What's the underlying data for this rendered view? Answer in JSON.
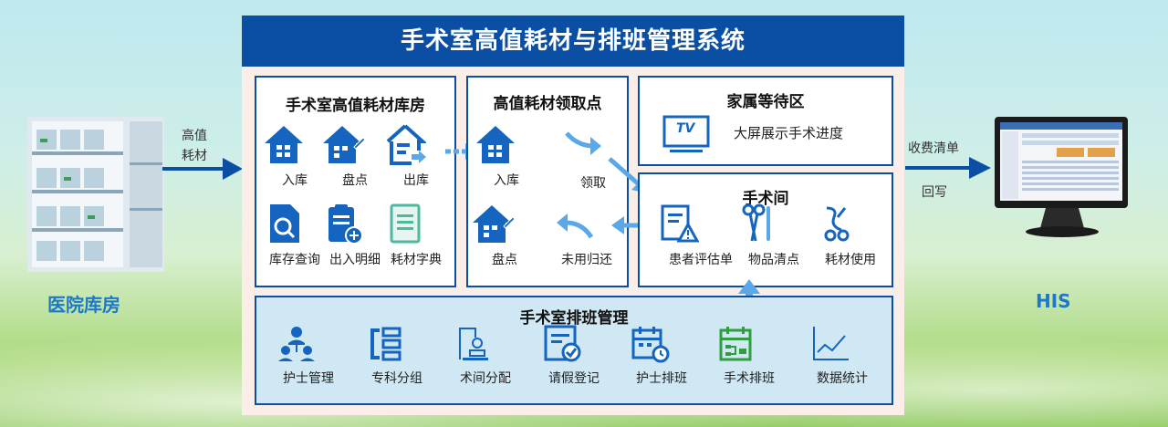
{
  "title": "手术室高值耗材与排班管理系统",
  "left": {
    "label": "医院库房",
    "arrow_label_line1": "高值",
    "arrow_label_line2": "耗材"
  },
  "right": {
    "label": "HIS",
    "arrow_label_line1": "收费清单",
    "arrow_label_line2": "回写"
  },
  "warehouse": {
    "title": "手术室高值耗材库房",
    "items": [
      {
        "label": "入库",
        "icon": "house-grid-icon"
      },
      {
        "label": "盘点",
        "icon": "house-pencil-icon"
      },
      {
        "label": "出库",
        "icon": "house-exit-icon"
      },
      {
        "label": "库存查询",
        "icon": "doc-search-icon"
      },
      {
        "label": "出入明细",
        "icon": "clipboard-plus-icon"
      },
      {
        "label": "耗材字典",
        "icon": "book-icon"
      }
    ]
  },
  "pickup": {
    "title": "高值耗材领取点",
    "items": [
      {
        "label": "入库",
        "icon": "house-grid-icon"
      },
      {
        "label": "领取",
        "icon": "arrow-right-icon"
      },
      {
        "label": "盘点",
        "icon": "house-pencil-icon"
      },
      {
        "label": "未用归还",
        "icon": "arrow-back-icon"
      }
    ]
  },
  "family": {
    "title": "家属等待区",
    "tv_text": "TV",
    "desc": "大屏展示手术进度"
  },
  "or_room": {
    "title": "手术间",
    "items": [
      {
        "label": "患者评估单",
        "icon": "warning-doc-icon"
      },
      {
        "label": "物品清点",
        "icon": "scissors-icon"
      },
      {
        "label": "耗材使用",
        "icon": "surgical-tool-icon"
      }
    ]
  },
  "schedule": {
    "title": "手术室排班管理",
    "items": [
      {
        "label": "护士管理",
        "icon": "people-icon"
      },
      {
        "label": "专科分组",
        "icon": "group-icon"
      },
      {
        "label": "术间分配",
        "icon": "assign-icon"
      },
      {
        "label": "请假登记",
        "icon": "leave-icon"
      },
      {
        "label": "护士排班",
        "icon": "calendar-clock-icon"
      },
      {
        "label": "手术排班",
        "icon": "calendar-tree-icon"
      },
      {
        "label": "数据统计",
        "icon": "line-chart-icon"
      }
    ]
  },
  "colors": {
    "primary": "#0a4fa3",
    "icon_blue": "#1565c0",
    "green_icon": "#2e9e3f",
    "arrow_light": "#5aa8e8",
    "panel_bg": "#fbeee9",
    "schedule_bg": "#cfe8f4"
  }
}
